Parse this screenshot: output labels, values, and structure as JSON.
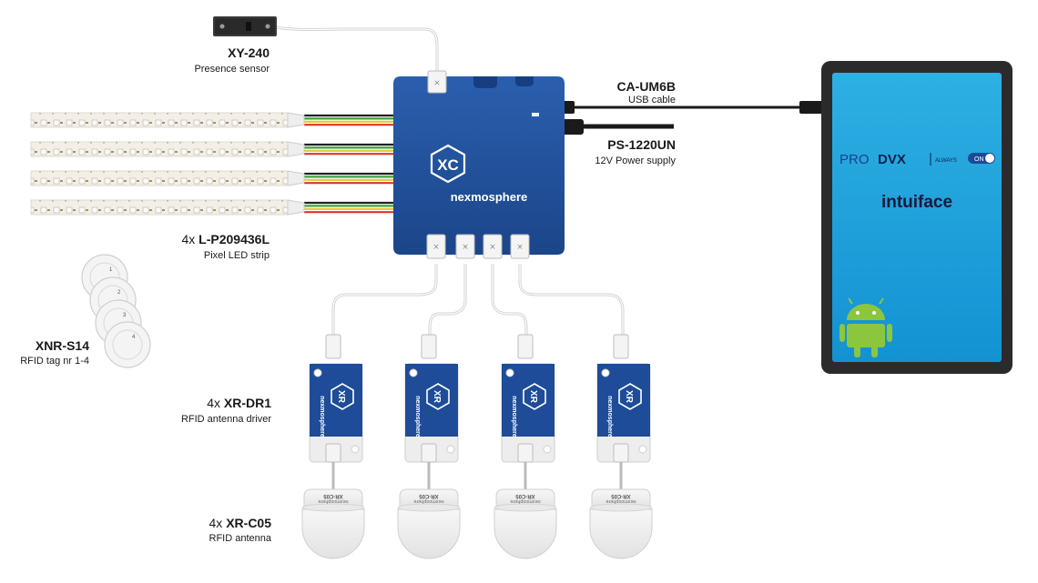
{
  "products": {
    "sensor": {
      "code": "XY-240",
      "desc": "Presence sensor"
    },
    "usb": {
      "code": "CA-UM6B",
      "desc": "USB cable"
    },
    "power": {
      "code": "PS-1220UN",
      "desc": "12V Power supply"
    },
    "led": {
      "qty": "4x ",
      "code": "L-P209436L",
      "desc": "Pixel LED strip"
    },
    "tags": {
      "code": "XNR-S14",
      "desc": "RFID tag nr 1-4"
    },
    "driver": {
      "qty": "4x ",
      "code": "XR-DR1",
      "desc": "RFID antenna driver"
    },
    "antenna": {
      "qty": "4x ",
      "code": "XR-C05",
      "desc": "RFID antenna"
    }
  },
  "controller": {
    "badge": "XC",
    "brand": "nexmosphere"
  },
  "driver_board": {
    "badge": "XR",
    "brand": "nexmosphere"
  },
  "antenna_unit": {
    "label": "XR-C05",
    "brand": "nexmosphere"
  },
  "tag_numbers": [
    "1",
    "2",
    "3",
    "4"
  ],
  "display": {
    "brand_pro": "PRO",
    "brand_dvx": "DVX",
    "brand_always": "ALWAYS",
    "toggle": "ON",
    "app": "intuiface"
  },
  "colors": {
    "controller_blue": "#1f4f9c",
    "driver_blue": "#1e4c99",
    "screen_top": "#2aa6dc",
    "screen_bottom": "#0f8fcf",
    "led_wire_red": "#d9362b",
    "led_wire_green": "#3aa43a",
    "led_wire_yellow": "#e6c72a",
    "led_wire_black": "#222222",
    "android_green": "#8cc63f"
  }
}
